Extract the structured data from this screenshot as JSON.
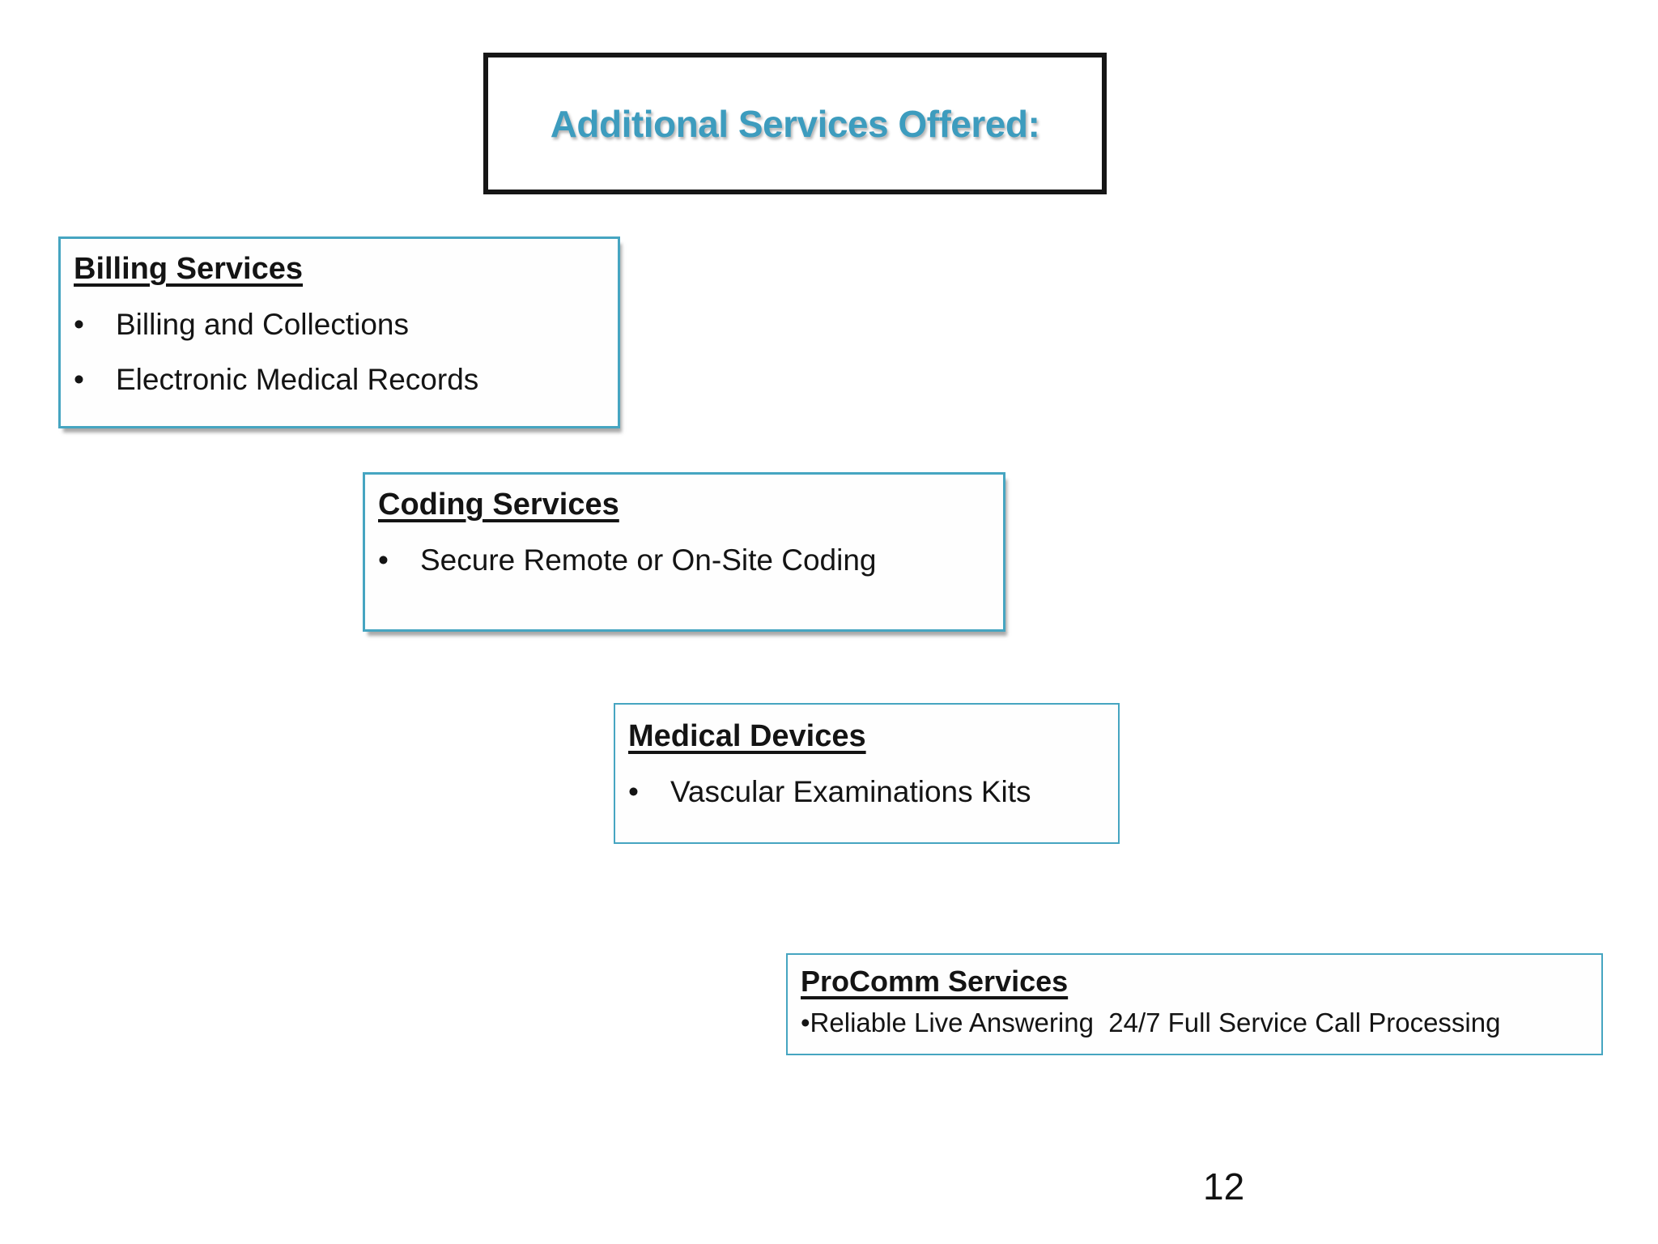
{
  "slide": {
    "title": "Additional Services Offered:",
    "page_number": "12",
    "bullet_glyph": "•",
    "colors": {
      "accent_teal_border": "#46a5c1",
      "title_text_teal": "#3d9cbe",
      "body_text": "#141414",
      "title_box_border": "#161616",
      "box_shadow_gray": "#6e6e6e"
    }
  },
  "boxes": {
    "billing": {
      "heading": "Billing Services",
      "bullets": [
        "Billing and Collections",
        "Electronic Medical Records"
      ]
    },
    "coding": {
      "heading": "Coding Services",
      "bullets": [
        "Secure Remote or On-Site Coding"
      ]
    },
    "medical": {
      "heading": "Medical Devices",
      "bullets": [
        "Vascular Examinations Kits"
      ]
    },
    "procomm": {
      "heading": "ProComm Services",
      "body": "•Reliable Live Answering  24/7 Full Service Call Processing"
    }
  }
}
